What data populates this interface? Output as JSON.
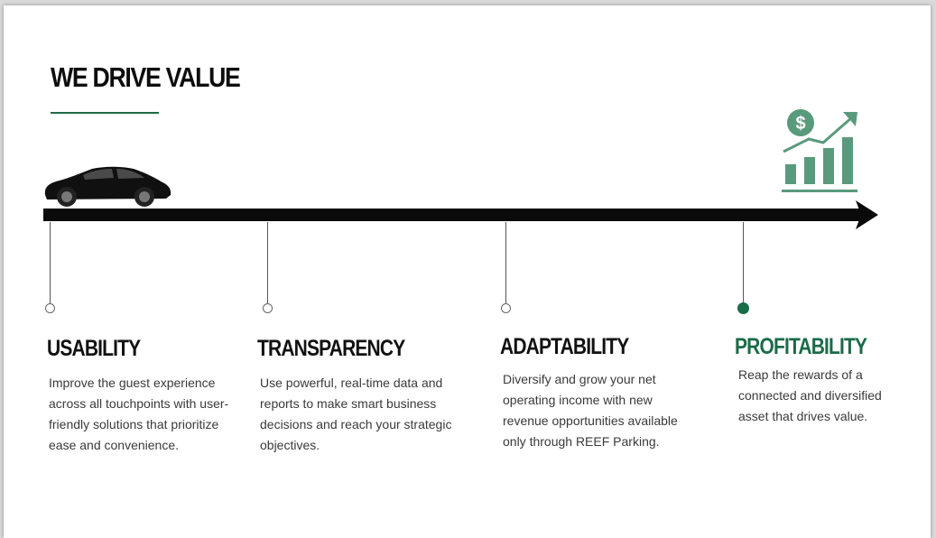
{
  "title": "WE DRIVE VALUE",
  "colors": {
    "accent": "#1a6b48",
    "text": "#111111",
    "body_text": "#3a3a3a"
  },
  "icons": {
    "start": "car-icon",
    "end": "profit-growth-chart-icon"
  },
  "stages": [
    {
      "heading": "USABILITY",
      "text": "Improve the guest experience across all touchpoints with user-friendly solutions that prioritize ease and convenience.",
      "highlighted": false
    },
    {
      "heading": "TRANSPARENCY",
      "text": "Use powerful, real-time data and reports to make smart business decisions and reach your strategic objectives.",
      "highlighted": false
    },
    {
      "heading": "ADAPTABILITY",
      "text": "Diversify and grow your net operating income with new revenue opportunities available only through REEF Parking.",
      "highlighted": false
    },
    {
      "heading": "PROFITABILITY",
      "text": "Reap the rewards of a connected and diversified asset that drives value.",
      "highlighted": true
    }
  ]
}
